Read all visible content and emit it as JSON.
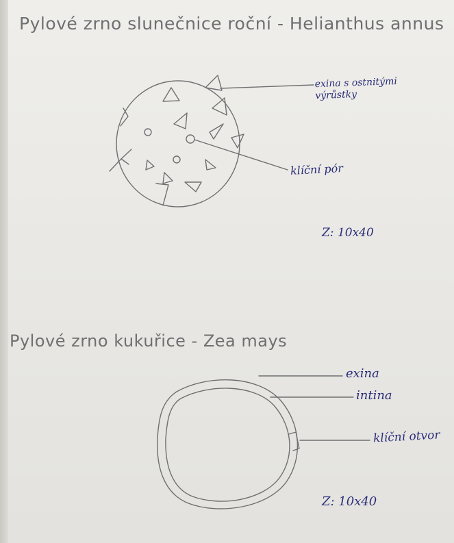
{
  "sketch_1": {
    "title": "Pylové zrno slunečnice roční - Helianthus annus",
    "labels": {
      "exina": "exina s ostnitými výrůstky",
      "pore": "klíční pór",
      "magnification": "Z: 10x40"
    }
  },
  "sketch_2": {
    "title": "Pylové zrno kukuřice - Zea mays",
    "labels": {
      "exina": "exina",
      "intina": "intina",
      "pore": "klíční otvor",
      "magnification": "Z: 10x40"
    }
  },
  "colors": {
    "paper": "#ecebe7",
    "pencil": "#6f6f72",
    "ink": "#2b2e7a"
  }
}
